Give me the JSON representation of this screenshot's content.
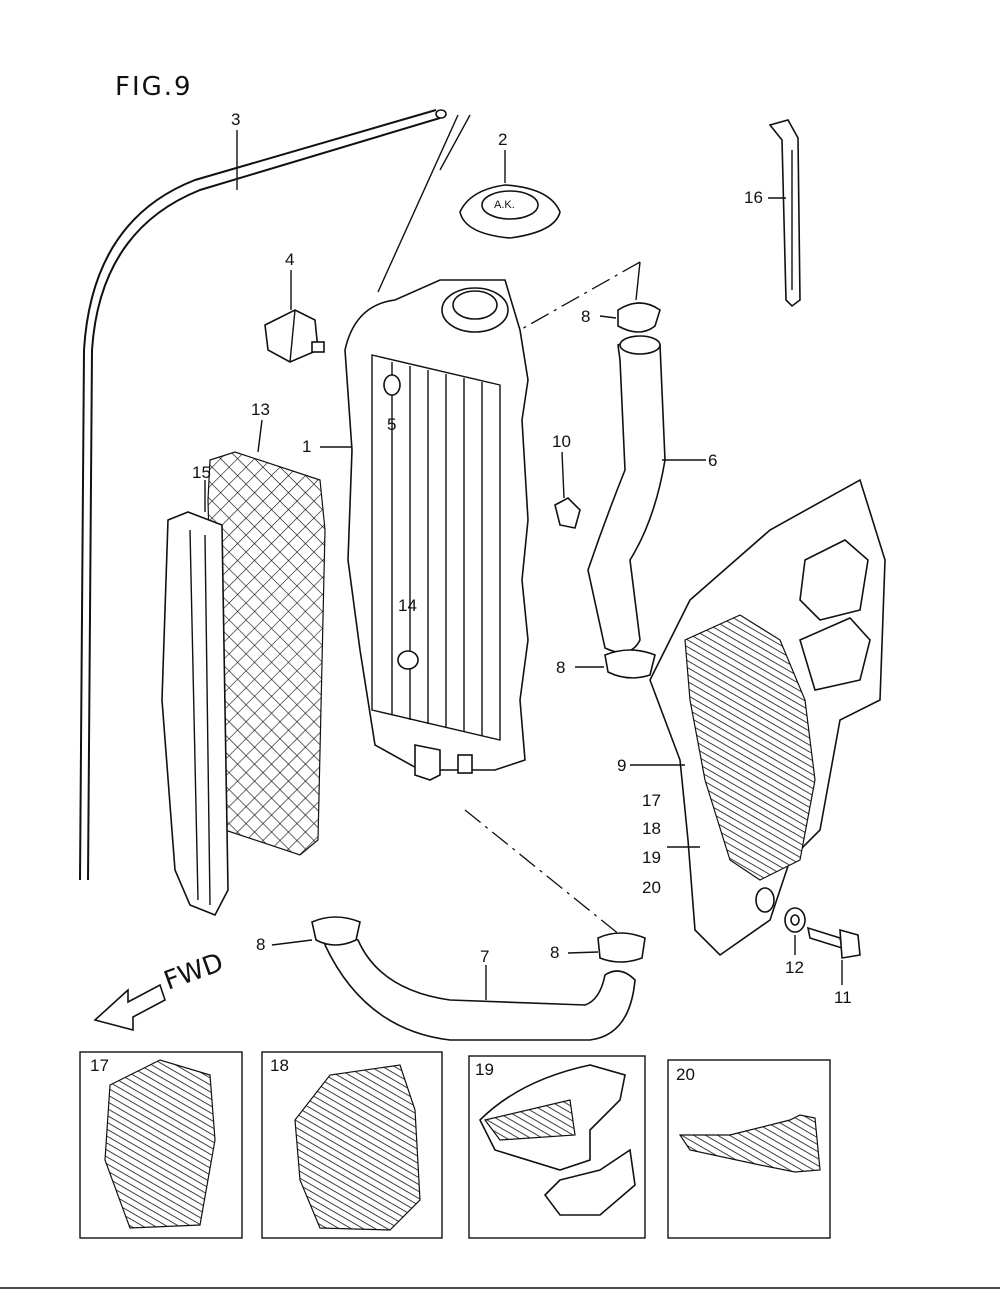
{
  "figure": {
    "title": "FIG.9"
  },
  "direction": {
    "label": "FWD"
  },
  "callouts": [
    {
      "id": "1",
      "text": "1"
    },
    {
      "id": "2",
      "text": "2"
    },
    {
      "id": "3",
      "text": "3"
    },
    {
      "id": "4",
      "text": "4"
    },
    {
      "id": "5",
      "text": "5"
    },
    {
      "id": "6",
      "text": "6"
    },
    {
      "id": "7",
      "text": "7"
    },
    {
      "id": "8a",
      "text": "8"
    },
    {
      "id": "8b",
      "text": "8"
    },
    {
      "id": "8c",
      "text": "8"
    },
    {
      "id": "8d",
      "text": "8"
    },
    {
      "id": "9",
      "text": "9"
    },
    {
      "id": "10",
      "text": "10"
    },
    {
      "id": "11",
      "text": "11"
    },
    {
      "id": "12",
      "text": "12"
    },
    {
      "id": "13",
      "text": "13"
    },
    {
      "id": "14",
      "text": "14"
    },
    {
      "id": "15",
      "text": "15"
    },
    {
      "id": "16",
      "text": "16"
    },
    {
      "id": "17",
      "text": "17"
    },
    {
      "id": "18",
      "text": "18"
    },
    {
      "id": "19",
      "text": "19"
    },
    {
      "id": "20",
      "text": "20"
    }
  ],
  "cap_marking": "A.K.",
  "insets": [
    {
      "number": "17"
    },
    {
      "number": "18"
    },
    {
      "number": "19"
    },
    {
      "number": "20"
    }
  ]
}
